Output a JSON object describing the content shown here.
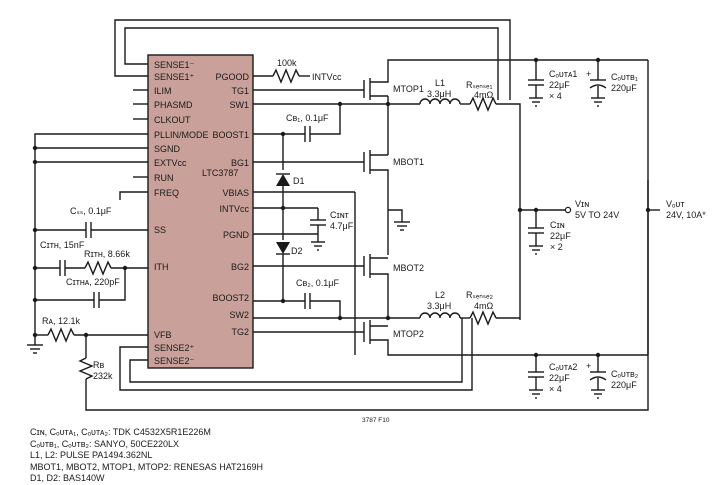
{
  "ic": {
    "name": "LTC3787",
    "fill": "#c9a19a",
    "pins_left": [
      "SENSE1⁻",
      "SENSE1⁺",
      "ILIM",
      "PHASMD",
      "CLKOUT",
      "PLLIN/MODE",
      "SGND",
      "EXTVᴄᴄ",
      "RUN",
      "FREQ",
      "SS",
      "ITH",
      "VFB",
      "SENSE2⁺",
      "SENSE2⁻"
    ],
    "pins_right": [
      "PGOOD",
      "TG1",
      "SW1",
      "BOOST1",
      "BG1",
      "VBIAS",
      "INTVᴄᴄ",
      "PGND",
      "BG2",
      "BOOST2",
      "SW2",
      "TG2"
    ]
  },
  "labels": {
    "r_pgood": "100k",
    "intvcc": "INTVᴄᴄ",
    "mtop1": "MTOP1",
    "mbot1": "MBOT1",
    "mbot2": "MBOT2",
    "mtop2": "MTOP2",
    "l1": "L1",
    "l1_val": "3.3μH",
    "l2": "L2",
    "l2_val": "3.3μH",
    "rsense1": "Rₛₑₙₛₑ₁",
    "rsense1_val": "4mΩ",
    "rsense2": "Rₛₑₙₛₑ₂",
    "rsense2_val": "4mΩ",
    "cb1": "Cʙ₁, 0.1μF",
    "cb2": "Cʙ₂, 0.1μF",
    "d1": "D1",
    "d2": "D2",
    "cint": "Cɪɴᴛ",
    "cint_val": "4.7μF",
    "css": "Cₛₛ, 0.1μF",
    "cith": "Cɪᴛʜ, 15nF",
    "rith": "Rɪᴛʜ, 8.66k",
    "citha": "Cɪᴛʜᴀ, 220pF",
    "ra": "Rᴀ, 12.1k",
    "rb": "Rʙ",
    "rb_val": "232k",
    "couta1": "Cₒᴜᴛᴀ1",
    "couta1_val": "22μF",
    "couta1_mult": "× 4",
    "coutb1": "Cₒᴜᴛʙ₁",
    "coutb1_val": "220μF",
    "cin": "Cɪɴ",
    "cin_val": "22μF",
    "cin_mult": "× 2",
    "vin": "Vɪɴ",
    "vin_val": "5V TO 24V",
    "vout": "Vₒᴜᴛ",
    "vout_val": "24V, 10A*",
    "couta2": "Cₒᴜᴛᴀ2",
    "couta2_val": "22μF",
    "couta2_mult": "× 4",
    "coutb2": "Cₒᴜᴛʙ₂",
    "coutb2_val": "220μF",
    "fig_id": "3787 F10"
  },
  "notes": [
    "Cɪɴ, Cₒᴜᴛᴀ₁, Cₒᴜᴛᴀ₂: TDK C4532X5R1E226M",
    "Cₒᴜᴛʙ₁, Cₒᴜᴛʙ₂: SANYO, 50CE220LX",
    "L1, L2: PULSE PA1494.362NL",
    "MBOT1, MBOT2, MTOP1, MTOP2: RENESAS HAT2169H",
    "D1, D2: BAS140W"
  ]
}
